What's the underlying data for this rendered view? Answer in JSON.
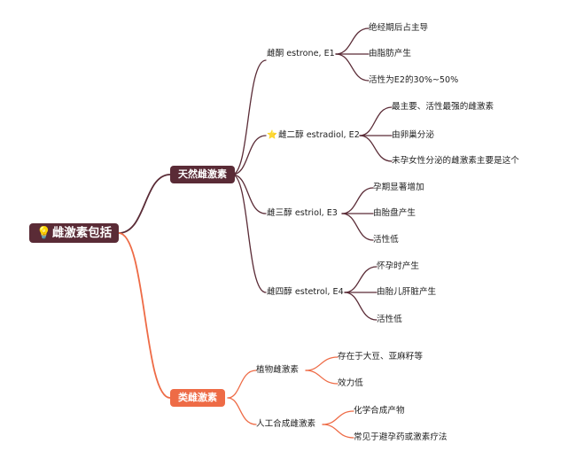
{
  "colors": {
    "dark_branch": "#5a2b36",
    "orange_branch": "#ee6b46"
  },
  "root": {
    "icon": "💡",
    "label": "雌激素包括"
  },
  "branches": [
    {
      "label": "天然雌激素",
      "children": [
        {
          "label": "雌酮 estrone, E1",
          "children": [
            "绝经期后占主导",
            "由脂肪产生",
            "活性为E2的30%~50%"
          ]
        },
        {
          "icon": "⭐",
          "label": "雌二醇 estradiol, E2",
          "children": [
            "最主要、活性最强的雌激素",
            "由卵巢分泌",
            "未孕女性分泌的雌激素主要是这个"
          ]
        },
        {
          "label": "雌三醇 estriol, E3",
          "children": [
            "孕期显著增加",
            "由胎盘产生",
            "活性低"
          ]
        },
        {
          "label": "雌四醇 estetrol, E4",
          "children": [
            "怀孕时产生",
            "由胎儿肝脏产生",
            "活性低"
          ]
        }
      ]
    },
    {
      "label": "类雌激素",
      "children": [
        {
          "label": "植物雌激素",
          "children": [
            "存在于大豆、亚麻籽等",
            "效力低"
          ]
        },
        {
          "label": "人工合成雌激素",
          "children": [
            "化学合成产物",
            "常见于避孕药或激素疗法"
          ]
        }
      ]
    }
  ]
}
